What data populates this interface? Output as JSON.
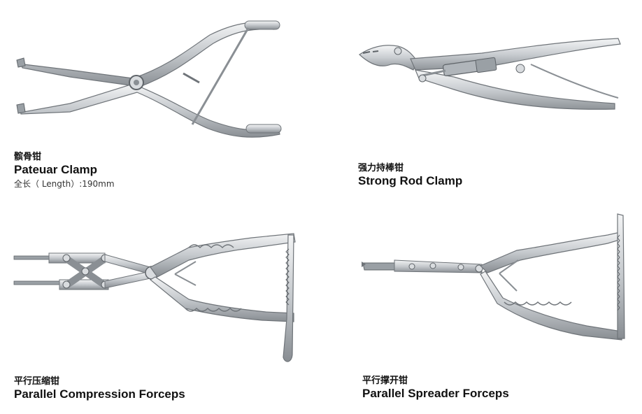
{
  "products": [
    {
      "id": "pateuar-clamp",
      "name_cn": "髌骨钳",
      "name_en": "Pateuar Clamp",
      "spec": "全长（ Length）:190mm",
      "icon": "pateuar-clamp-icon"
    },
    {
      "id": "strong-rod-clamp",
      "name_cn": "强力持棒钳",
      "name_en": "Strong Rod Clamp",
      "icon": "strong-rod-clamp-icon"
    },
    {
      "id": "parallel-compression-forceps",
      "name_cn": "平行压缩钳",
      "name_en": "Parallel Compression Forceps",
      "icon": "parallel-compression-forceps-icon"
    },
    {
      "id": "parallel-spreader-forceps",
      "name_cn": "平行撑开钳",
      "name_en": "Parallel Spreader Forceps",
      "icon": "parallel-spreader-forceps-icon"
    }
  ],
  "colors": {
    "steel_light": "#e6e8ea",
    "steel_mid": "#b9bdc1",
    "steel_dark": "#6f7479",
    "text": "#111111"
  }
}
